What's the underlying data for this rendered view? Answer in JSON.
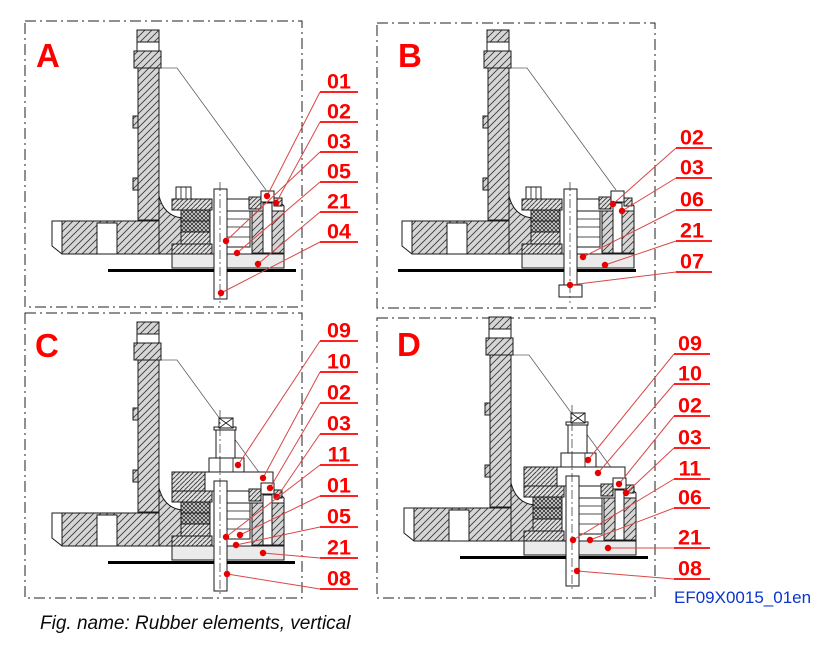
{
  "figure": {
    "caption": "Fig. name: Rubber elements, vertical",
    "doc_id": "EF09X0015_01en"
  },
  "colors": {
    "callout_red": "#ff0000",
    "leader_red": "#d84848",
    "dot_red": "#e60000",
    "doc_blue": "#0a35cc",
    "line_black": "#1a1a1a"
  },
  "panels": [
    {
      "letter": "A",
      "callouts": [
        "01",
        "02",
        "03",
        "05",
        "21",
        "04"
      ]
    },
    {
      "letter": "B",
      "callouts": [
        "02",
        "03",
        "06",
        "21",
        "07"
      ]
    },
    {
      "letter": "C",
      "callouts": [
        "09",
        "10",
        "02",
        "03",
        "11",
        "01",
        "05",
        "21",
        "08"
      ]
    },
    {
      "letter": "D",
      "callouts": [
        "09",
        "10",
        "02",
        "03",
        "11",
        "06",
        "21",
        "08"
      ]
    }
  ]
}
